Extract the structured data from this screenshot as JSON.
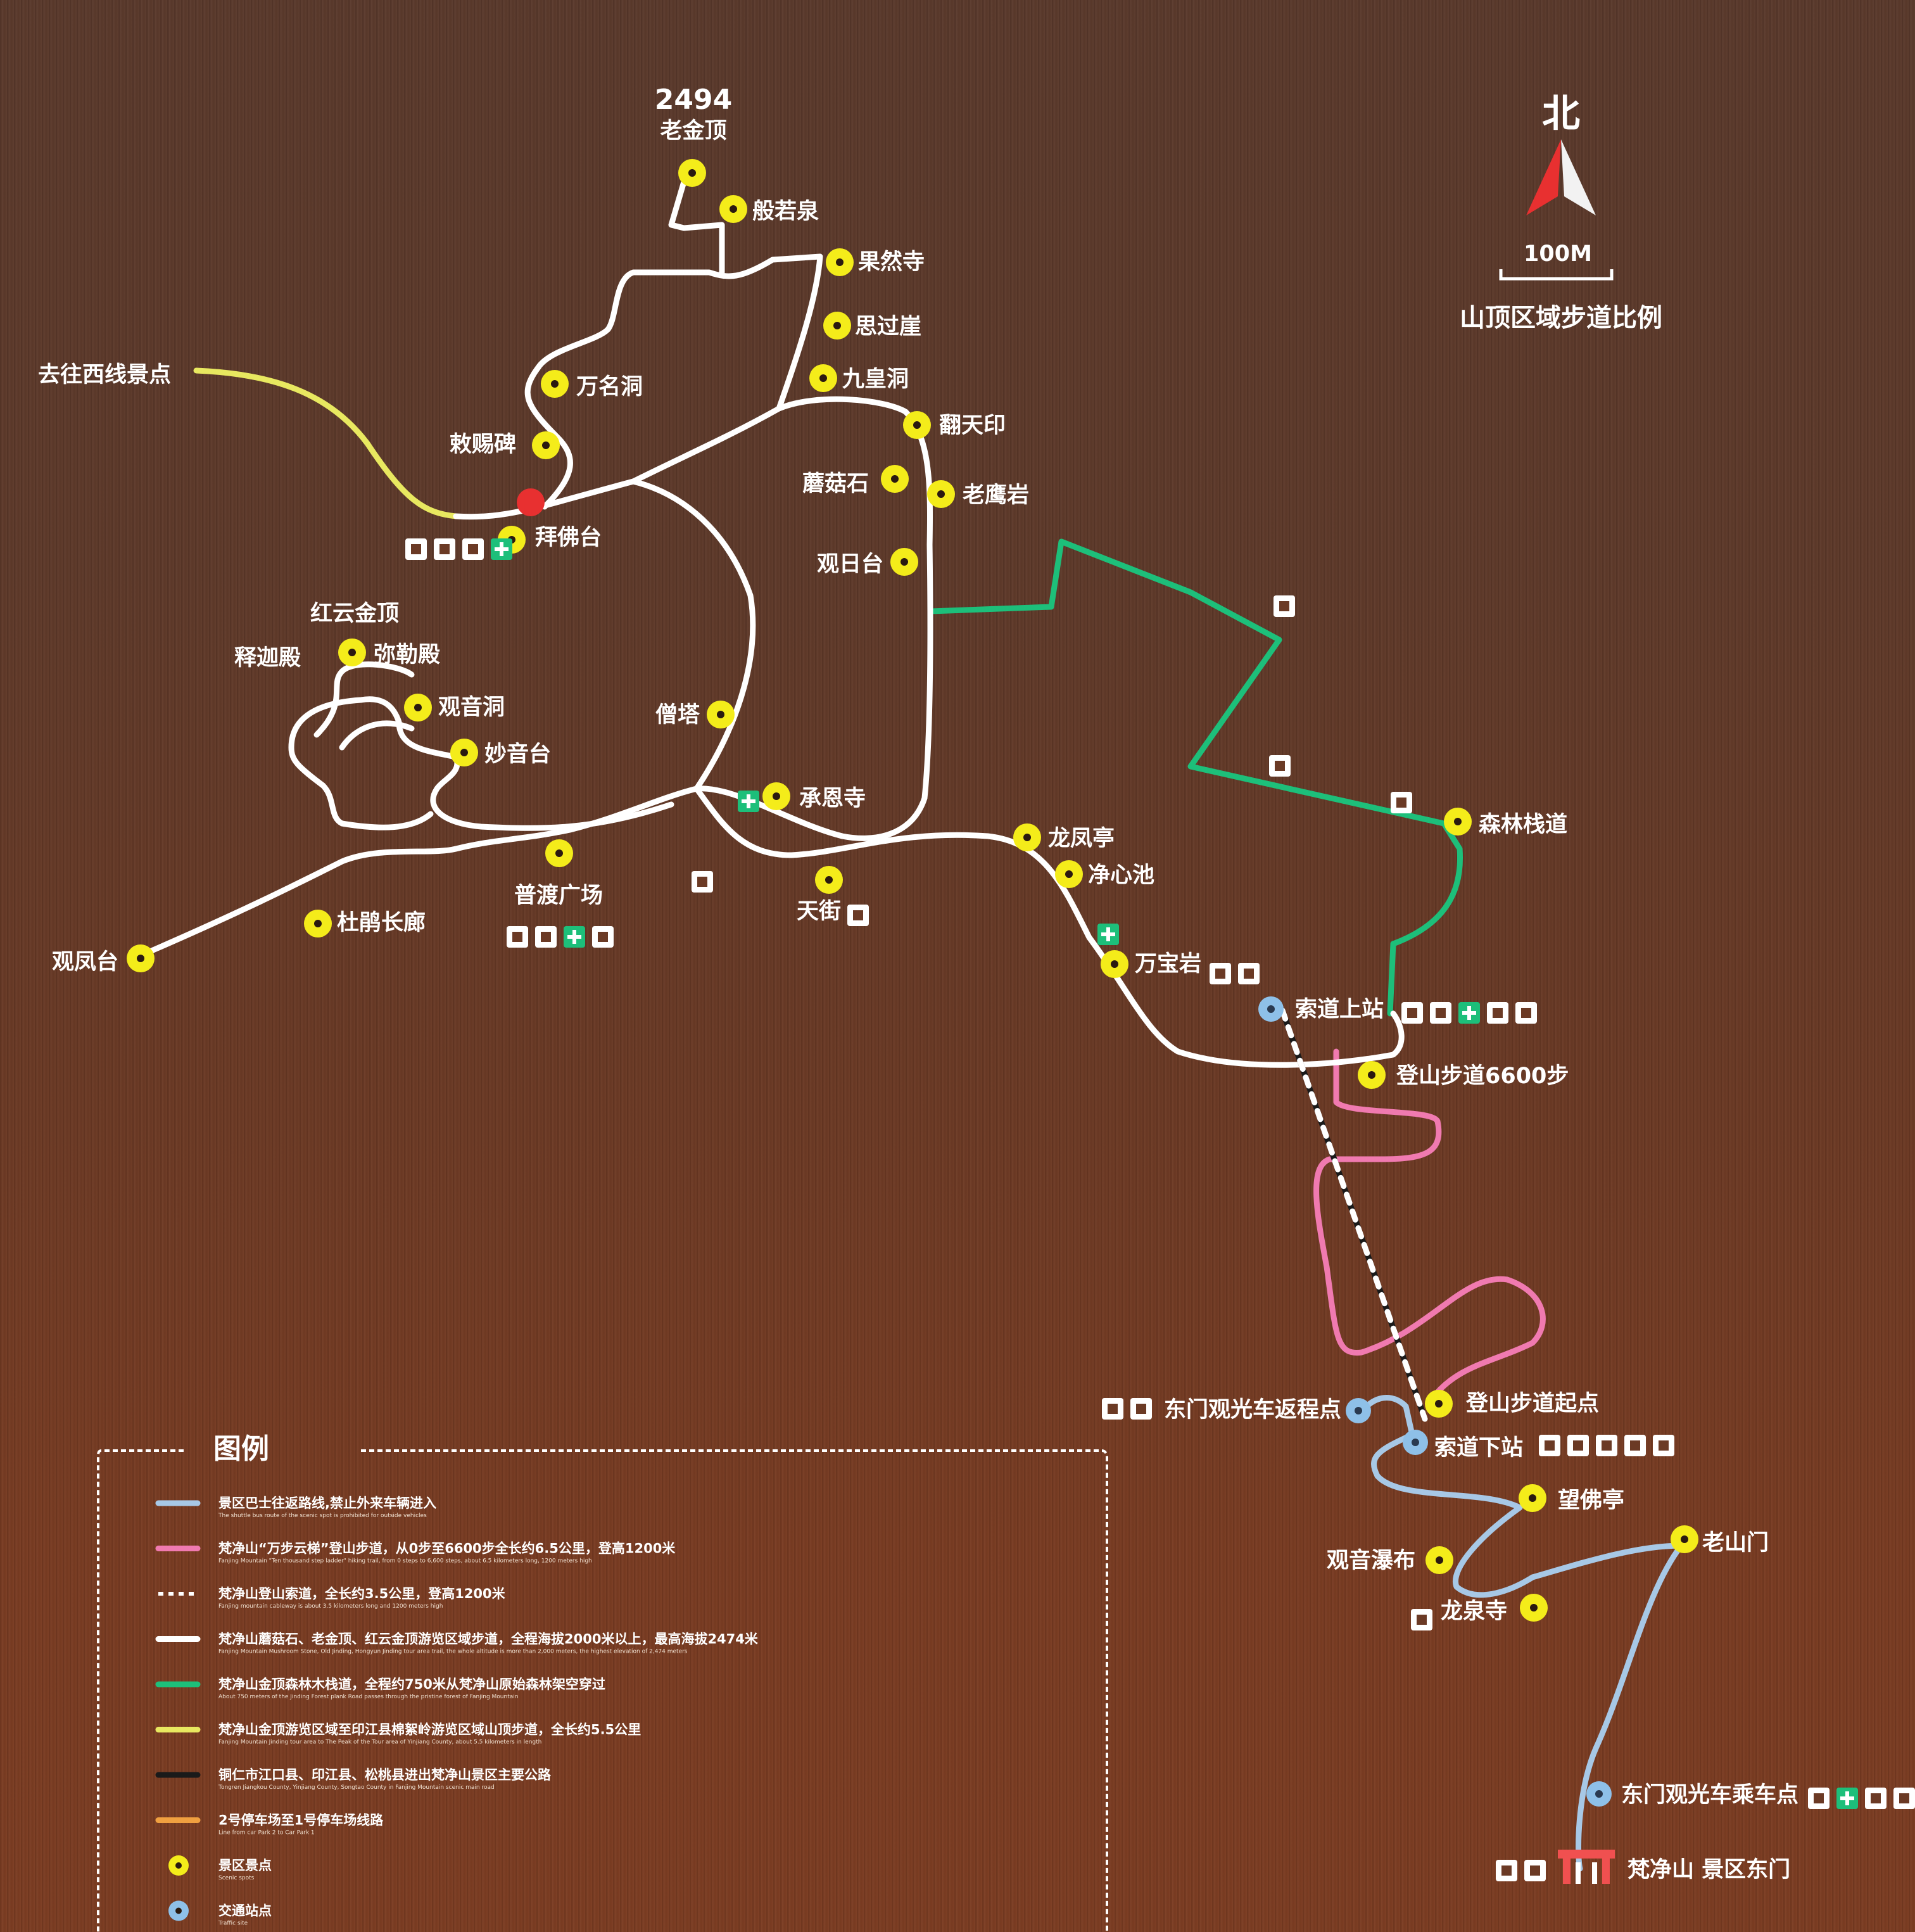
{
  "compass": {
    "north_label": "北",
    "scale_label": "100M",
    "scale_caption": "山顶区域步道比例"
  },
  "summit": {
    "elevation": "2494",
    "name": "老金顶"
  },
  "spots": {
    "banruoquan": "般若泉",
    "guoransi": "果然寺",
    "siguoya": "思过崖",
    "jiuhuangdong": "九皇洞",
    "fantianyin": "翻天印",
    "mogushi": "蘑菇石",
    "laoyingyan": "老鹰岩",
    "guanritai": "观日台",
    "wanmingdong": "万名洞",
    "chicibei": "敕赐碑",
    "baifotai": "拜佛台",
    "west_line": "去往西线景点",
    "hongyunjinding": "红云金顶",
    "shijiadian": "释迦殿",
    "milediann": "弥勒殿",
    "guanyindong": "观音洞",
    "miaoyintai": "妙音台",
    "sengta": "僧塔",
    "chengensi": "承恩寺",
    "puduguangchang": "普渡广场",
    "dujuanchanglang": "杜鹃长廊",
    "guanfengtai": "观凤台",
    "tianjie": "天街",
    "longfengting": "龙凤亭",
    "jingxinchi": "净心池",
    "wanbaoyan": "万宝岩",
    "senlinzhandao": "森林栈道",
    "suodao_upper": "索道上站",
    "steps_6600": "登山步道6600步",
    "bus_return": "东门观光车返程点",
    "trail_start": "登山步道起点",
    "suodao_lower": "索道下站",
    "wangfoting": "望佛亭",
    "laoshanmen": "老山门",
    "guanyinpubu": "观音瀑布",
    "longquansi": "龙泉寺",
    "bus_board": "东门观光车乘车点",
    "east_gate": "梵净山 景区东门"
  },
  "legend": {
    "title": "图例",
    "items": [
      {
        "color": "#a7c8e6",
        "type": "solid",
        "text": "景区巴士往返路线,禁止外来车辆进入",
        "sub": "The shuttle bus route of the scenic spot is prohibited for outside vehicles"
      },
      {
        "color": "#f07ab0",
        "type": "solid",
        "text": "梵净山“万步云梯”登山步道，从0步至6600步全长约6.5公里，登高1200米",
        "sub": "Fanjing Mountain \"Ten thousand step ladder\" hiking trail, from 0 steps to 6,600 steps, about 6.5 kilometers long, 1200 meters high"
      },
      {
        "color": "#ffffff",
        "type": "dash",
        "text": "梵净山登山索道，全长约3.5公里，登高1200米",
        "sub": "Fanjing mountain cableway is about 3.5 kilometers long and 1200 meters high"
      },
      {
        "color": "#ffffff",
        "type": "solid",
        "text": "梵净山蘑菇石、老金顶、红云金顶游览区域步道，全程海拔2000米以上，最高海拔2474米",
        "sub": "Fanjing Mountain Mushroom Stone, Old Jinding, Hongyun Jinding tour area trail, the whole altitude is more than 2,000 meters, the highest elevation of 2,474 meters"
      },
      {
        "color": "#1dbf7a",
        "type": "solid",
        "text": "梵净山金顶森林木栈道，全程约750米从梵净山原始森林架空穿过",
        "sub": "About 750 meters of the Jinding Forest plank Road passes through the pristine forest of Fanjing Mountain"
      },
      {
        "color": "#e8e860",
        "type": "solid",
        "text": "梵净山金顶游览区域至印江县棉絮岭游览区域山顶步道，全长约5.5公里",
        "sub": "Fanjing Mountain Jinding tour area to The Peak of the Tour area of Yinjiang County, about 5.5 kilometers in length"
      },
      {
        "color": "#1a1a1a",
        "type": "solid",
        "text": "铜仁市江口县、印江县、松桃县进出梵净山景区主要公路",
        "sub": "Tongren Jiangkou County, Yinjiang County, Songtao County in Fanjing Mountain scenic main road"
      },
      {
        "color": "#f0a040",
        "type": "solid",
        "text": "2号停车场至1号停车场线路",
        "sub": "Line from car Park 2 to Car Park 1"
      },
      {
        "color": "#f4ec1a",
        "type": "dot",
        "text": "景区景点",
        "sub": "Scenic spots"
      },
      {
        "color": "#8ec0e8",
        "type": "dot",
        "text": "交通站点",
        "sub": "Traffic site"
      }
    ]
  },
  "colors": {
    "board": "#6b3a25",
    "trail": "#ffffff",
    "green": "#1dbf7a",
    "yellow": "#e8e860",
    "pink": "#f07ab0",
    "bus": "#a7c8e6",
    "spot": "#f4ec1a",
    "station": "#8ec0e8",
    "north_red": "#e83030"
  }
}
